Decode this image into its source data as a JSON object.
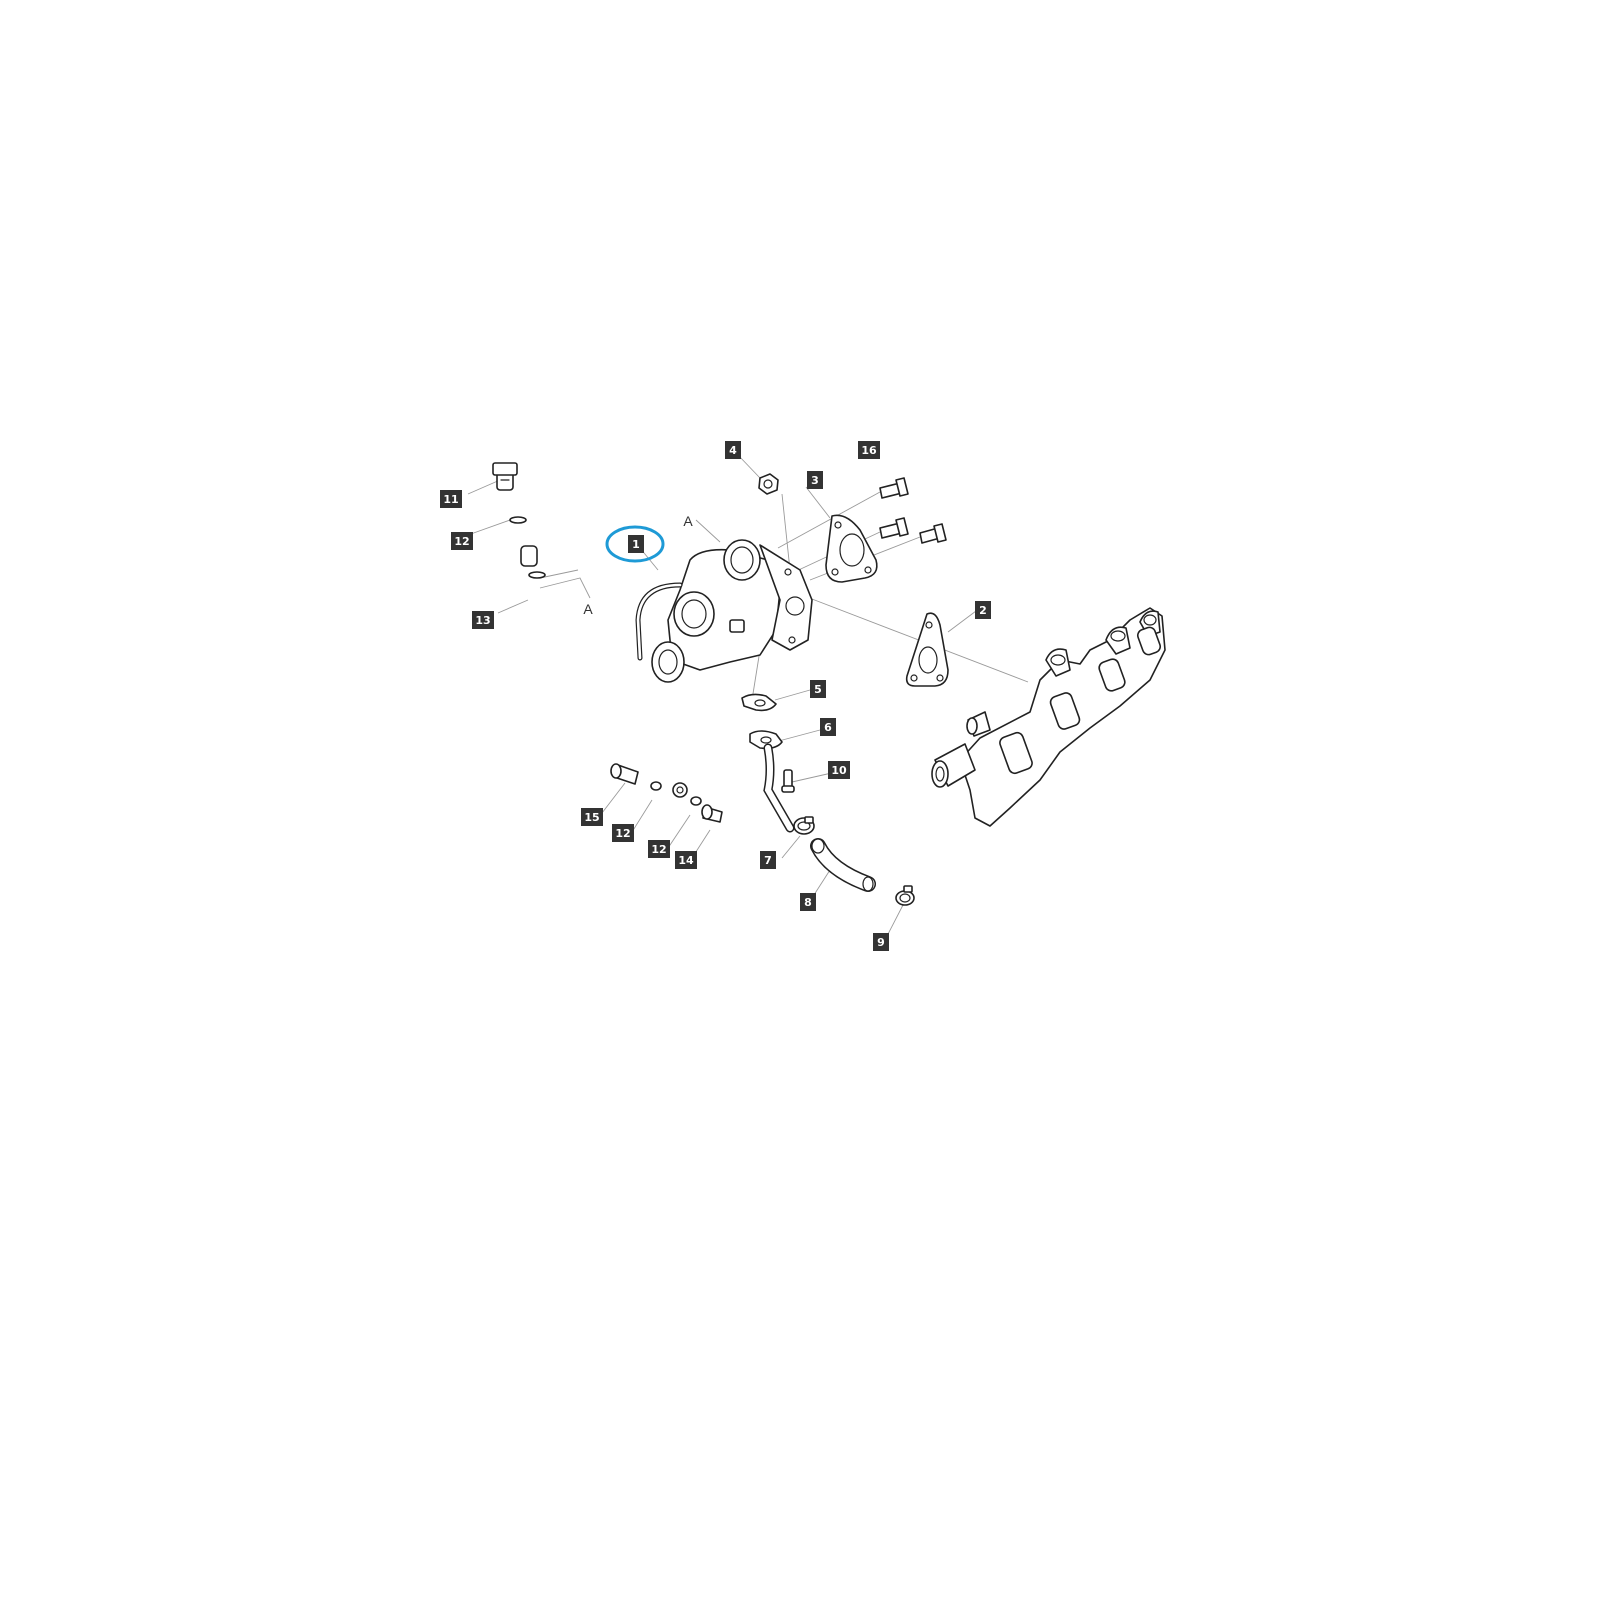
{
  "diagram": {
    "highlight_color": "#1e9ad6",
    "callout_color": "#333333",
    "highlighted_callout": "1",
    "callouts": [
      {
        "id": "c1",
        "label": "1"
      },
      {
        "id": "c2",
        "label": "2"
      },
      {
        "id": "c3",
        "label": "3"
      },
      {
        "id": "c4",
        "label": "4"
      },
      {
        "id": "c5",
        "label": "5"
      },
      {
        "id": "c6",
        "label": "6"
      },
      {
        "id": "c7",
        "label": "7"
      },
      {
        "id": "c8",
        "label": "8"
      },
      {
        "id": "c9",
        "label": "9"
      },
      {
        "id": "c10",
        "label": "10"
      },
      {
        "id": "c11",
        "label": "11"
      },
      {
        "id": "c12a",
        "label": "12"
      },
      {
        "id": "c12b",
        "label": "12"
      },
      {
        "id": "c12c",
        "label": "12"
      },
      {
        "id": "c13",
        "label": "13"
      },
      {
        "id": "c14",
        "label": "14"
      },
      {
        "id": "c15",
        "label": "15"
      },
      {
        "id": "c16",
        "label": "16"
      }
    ],
    "reference_letters": [
      {
        "id": "ref-a-top",
        "label": "A"
      },
      {
        "id": "ref-a-pipe",
        "label": "A"
      }
    ]
  }
}
